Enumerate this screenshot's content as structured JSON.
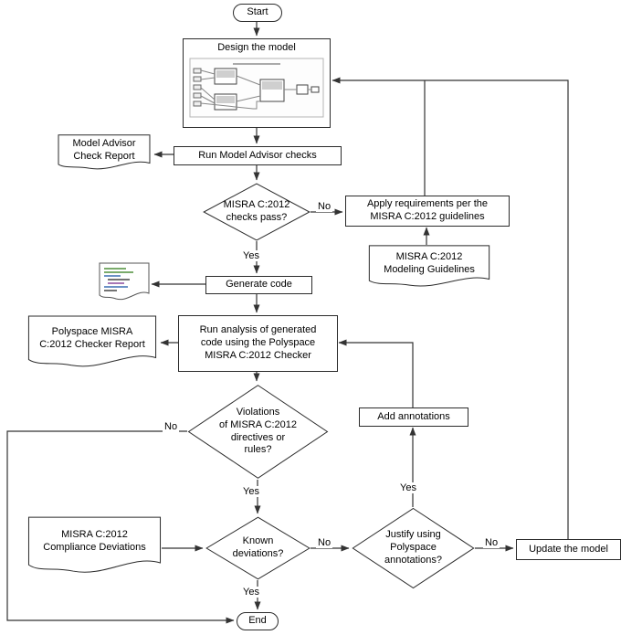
{
  "nodes": {
    "start": {
      "label": "Start"
    },
    "design_model": {
      "label": "Design the model"
    },
    "model_advisor_report": {
      "label": "Model Advisor\nCheck Report"
    },
    "run_model_advisor": {
      "label": "Run Model Advisor checks"
    },
    "checks_pass": {
      "label": "MISRA C:2012\nchecks pass?"
    },
    "apply_requirements": {
      "label": "Apply requirements per the\nMISRA C:2012 guidelines"
    },
    "modeling_guidelines": {
      "label": "MISRA C:2012\nModeling Guidelines"
    },
    "generate_code": {
      "label": "Generate code"
    },
    "polyspace_report": {
      "label": "Polyspace MISRA\nC:2012 Checker Report"
    },
    "run_analysis": {
      "label": "Run analysis of generated\ncode using the Polyspace\nMISRA C:2012 Checker"
    },
    "violations": {
      "label": "Violations\nof MISRA C:2012\ndirectives or\nrules?"
    },
    "add_annotations": {
      "label": "Add annotations"
    },
    "compliance_deviations": {
      "label": "MISRA C:2012\nCompliance Deviations"
    },
    "known_deviations": {
      "label": "Known\ndeviations?"
    },
    "justify_annotations": {
      "label": "Justify using\nPolyspace\nannotations?"
    },
    "update_model": {
      "label": "Update the model"
    },
    "end": {
      "label": "End"
    }
  },
  "edge_labels": {
    "checks_pass_no": "No",
    "checks_pass_yes": "Yes",
    "violations_no": "No",
    "violations_yes": "Yes",
    "known_no": "No",
    "known_yes": "Yes",
    "justify_yes": "Yes",
    "justify_no": "No"
  },
  "colors": {
    "line": "#333333",
    "code_green": "#4e8f3a",
    "code_blue": "#3c6eb4",
    "code_purple": "#8a4a9e"
  }
}
